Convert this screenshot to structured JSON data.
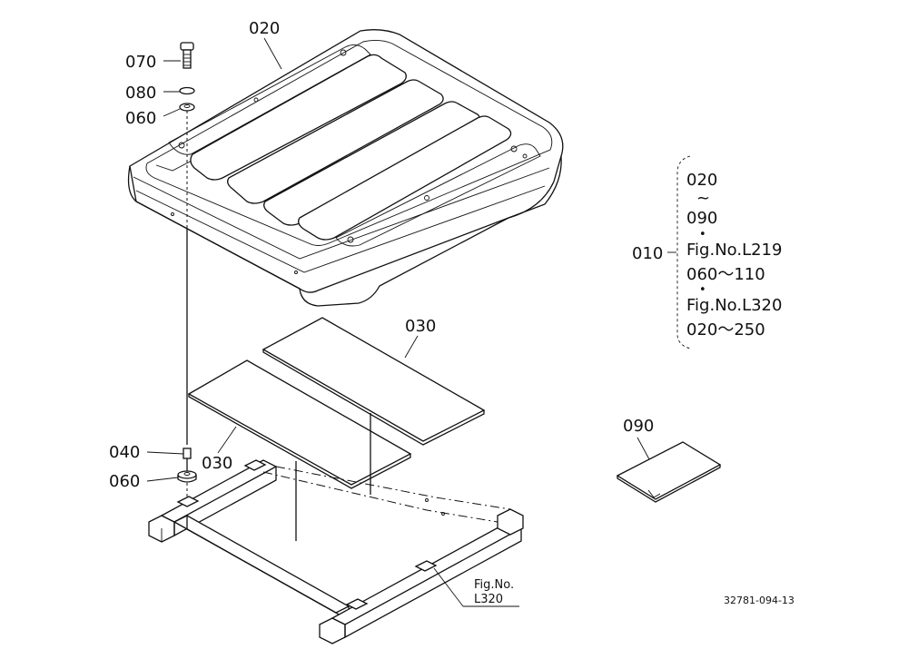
{
  "parts": {
    "p070": "070",
    "p080": "080",
    "p060_top": "060",
    "p020": "020",
    "p030_upper": "030",
    "p030_lower": "030",
    "p040": "040",
    "p060_bottom": "060",
    "p090": "090"
  },
  "assembly": {
    "label": "010",
    "lines": [
      "020",
      "~",
      "090",
      "•",
      "Fig.No.L219",
      "060～110",
      "•",
      "Fig.No.L320",
      "020～250"
    ]
  },
  "frame_reference": {
    "line1": "Fig.No.",
    "line2": "L320"
  },
  "drawing_number": "32781-094-13"
}
